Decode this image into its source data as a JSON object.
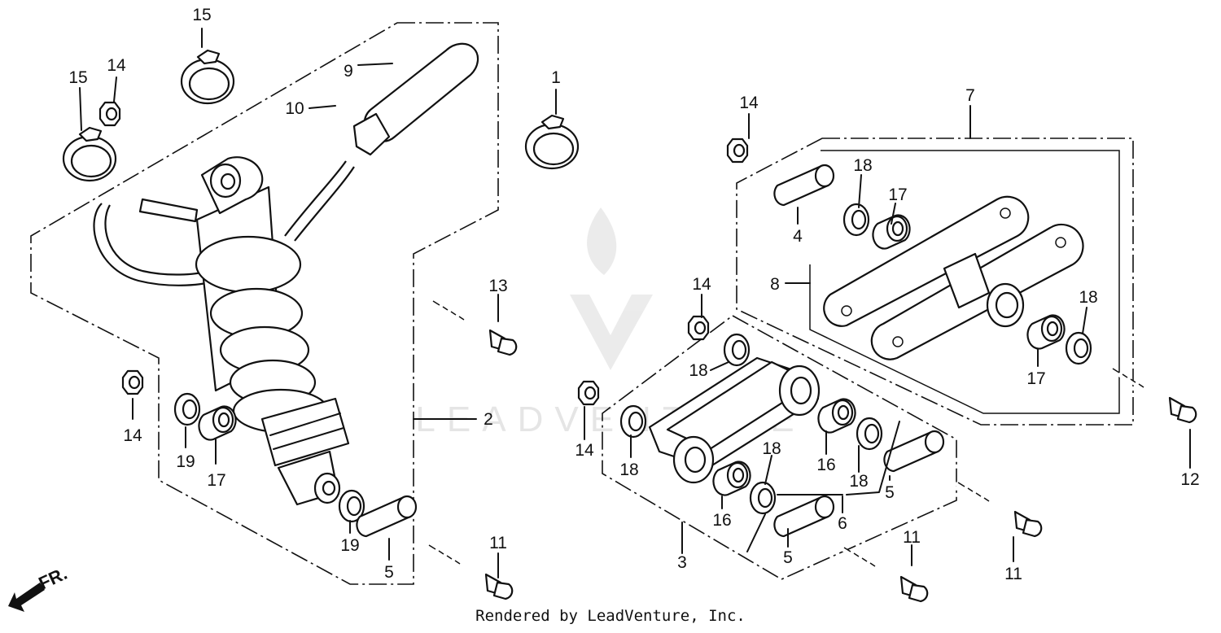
{
  "watermark": {
    "text": "LEADVENTURE"
  },
  "footer": {
    "text": "Rendered by LeadVenture, Inc."
  },
  "direction": {
    "text": "FR."
  },
  "callouts": [
    {
      "key": "c1",
      "text": "15"
    },
    {
      "key": "c2",
      "text": "14"
    },
    {
      "key": "c3",
      "text": "15"
    },
    {
      "key": "c4",
      "text": "9"
    },
    {
      "key": "c5",
      "text": "10"
    },
    {
      "key": "c6",
      "text": "1"
    },
    {
      "key": "c7",
      "text": "14"
    },
    {
      "key": "c8",
      "text": "19"
    },
    {
      "key": "c9",
      "text": "17"
    },
    {
      "key": "c10",
      "text": "2"
    },
    {
      "key": "c11",
      "text": "13"
    },
    {
      "key": "c12",
      "text": "19"
    },
    {
      "key": "c13",
      "text": "5"
    },
    {
      "key": "c14",
      "text": "11"
    },
    {
      "key": "c15",
      "text": "14"
    },
    {
      "key": "c16",
      "text": "7"
    },
    {
      "key": "c17",
      "text": "18"
    },
    {
      "key": "c18",
      "text": "17"
    },
    {
      "key": "c19",
      "text": "4"
    },
    {
      "key": "c20",
      "text": "8"
    },
    {
      "key": "c21",
      "text": "14"
    },
    {
      "key": "c22",
      "text": "18"
    },
    {
      "key": "c23",
      "text": "18"
    },
    {
      "key": "c24",
      "text": "17"
    },
    {
      "key": "c25",
      "text": "14"
    },
    {
      "key": "c26",
      "text": "18"
    },
    {
      "key": "c27",
      "text": "16"
    },
    {
      "key": "c28",
      "text": "18"
    },
    {
      "key": "c29",
      "text": "18"
    },
    {
      "key": "c30",
      "text": "16"
    },
    {
      "key": "c31",
      "text": "5"
    },
    {
      "key": "c32",
      "text": "6"
    },
    {
      "key": "c33",
      "text": "12"
    },
    {
      "key": "c34",
      "text": "3"
    },
    {
      "key": "c35",
      "text": "5"
    },
    {
      "key": "c36",
      "text": "11"
    },
    {
      "key": "c37",
      "text": "11"
    }
  ]
}
